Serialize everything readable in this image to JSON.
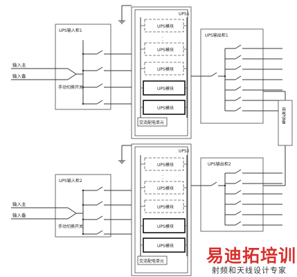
{
  "labels": {
    "input_cabinet_1": "UPS输入柜1",
    "input_cabinet_2": "UPS输入柜2",
    "input_main": "输入主",
    "input_backup": "输入备",
    "manual_switch": "手动切换开关",
    "ups1": "UPS1",
    "ups2": "UPS2",
    "ups_module": "UPS模块",
    "ac_distribution": "交流配电单元",
    "output_cabinet_1": "UPS输出柜1",
    "output_cabinet_2": "UPS输出柜2",
    "load_equipment": "用电设备"
  },
  "watermark": {
    "main": "易迪拓培训",
    "sub": "射频和天线设计专家"
  },
  "colors": {
    "line": "#333333",
    "watermark_red": "#d9302b"
  }
}
